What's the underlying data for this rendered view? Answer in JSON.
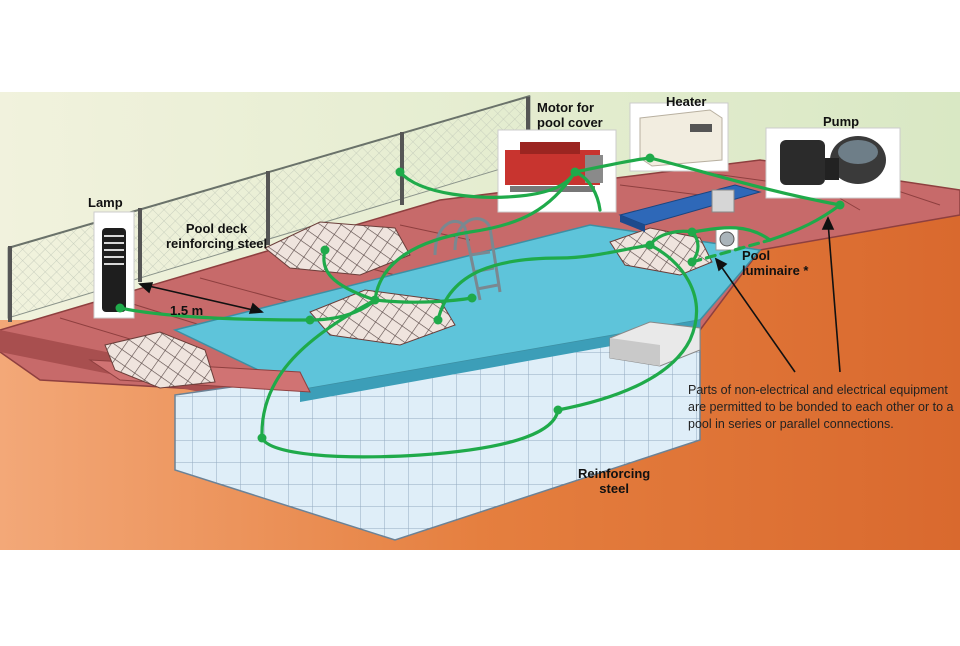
{
  "labels": {
    "motor": "Motor for\npool cover",
    "heater": "Heater",
    "pump": "Pump",
    "lamp": "Lamp",
    "deck_steel": "Pool deck\nreinforcing steel",
    "distance": "1.5 m",
    "luminaire": "Pool\nluminaire *",
    "reinforcing": "Reinforcing\nsteel",
    "note": "Parts of non-electrical and electrical equipment are permitted to be bonded to each other or to a pool in series or parallel connections."
  },
  "colors": {
    "bonding_wire": "#1faa4a",
    "deck": "#cf6b6b",
    "water": "#5cc6dc",
    "ground": "#e8844a",
    "sky": "#e7eed2"
  }
}
